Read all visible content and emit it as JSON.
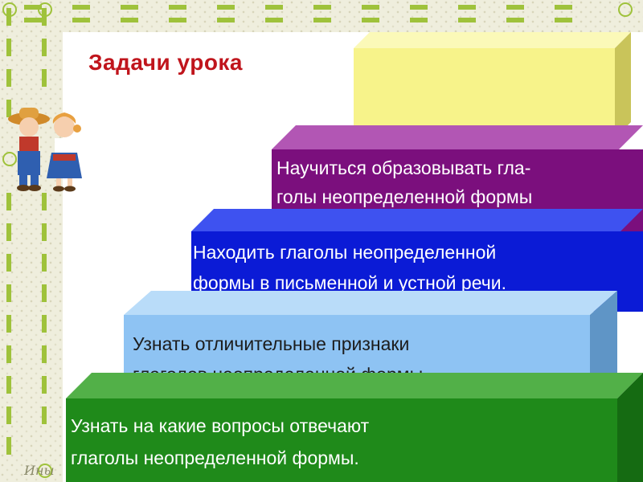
{
  "slide": {
    "title": "Задачи урока",
    "steps": [
      {
        "line1": "Научиться образовывать гла-",
        "line2": "голы неопределенной формы",
        "color": "#7b0f7d"
      },
      {
        "line1": "Находить глаголы неопределенной",
        "line2": "формы в письменной и устной речи.",
        "color": "#0b1bd6"
      },
      {
        "line1": "Узнать отличительные признаки",
        "line2": "глаголов неопределенной формы.",
        "color": "#8ec3f3"
      },
      {
        "line1": "Узнать на какие вопросы отвечают",
        "line2": "глаголы неопределенной формы.",
        "color": "#1f8a1a"
      }
    ],
    "top_step_color": "#f7f38a",
    "signature": "Ины"
  }
}
